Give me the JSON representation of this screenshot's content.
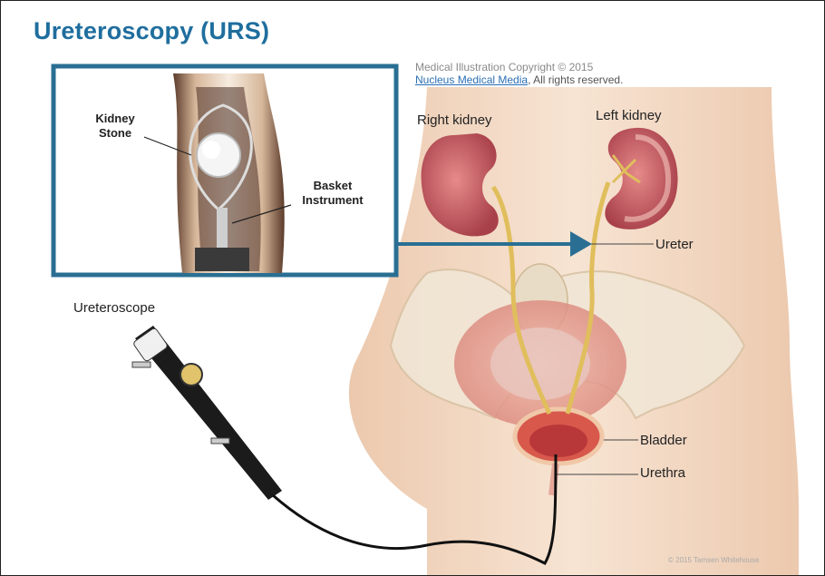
{
  "title": "Ureteroscopy (URS)",
  "copyright": {
    "line1": "Medical Illustration Copyright © 2015",
    "link": "Nucleus Medical Media",
    "line2_rest": ", All rights reserved."
  },
  "labels": {
    "right_kidney": "Right kidney",
    "left_kidney": "Left kidney",
    "ureter": "Ureter",
    "bladder": "Bladder",
    "urethra": "Urethra",
    "ureteroscope": "Ureteroscope"
  },
  "inset": {
    "kidney_stone_line1": "Kidney",
    "kidney_stone_line2": "Stone",
    "basket_line1": "Basket",
    "basket_line2": "Instrument"
  },
  "credit": "© 2015 Tamsen Whitehouse",
  "colors": {
    "title": "#1f6e9e",
    "inset_border": "#2a6f93",
    "arrow": "#2a6f93",
    "skin": "#f3dcc8",
    "kidney": "#c85a60",
    "ureter": "#e3c565"
  }
}
